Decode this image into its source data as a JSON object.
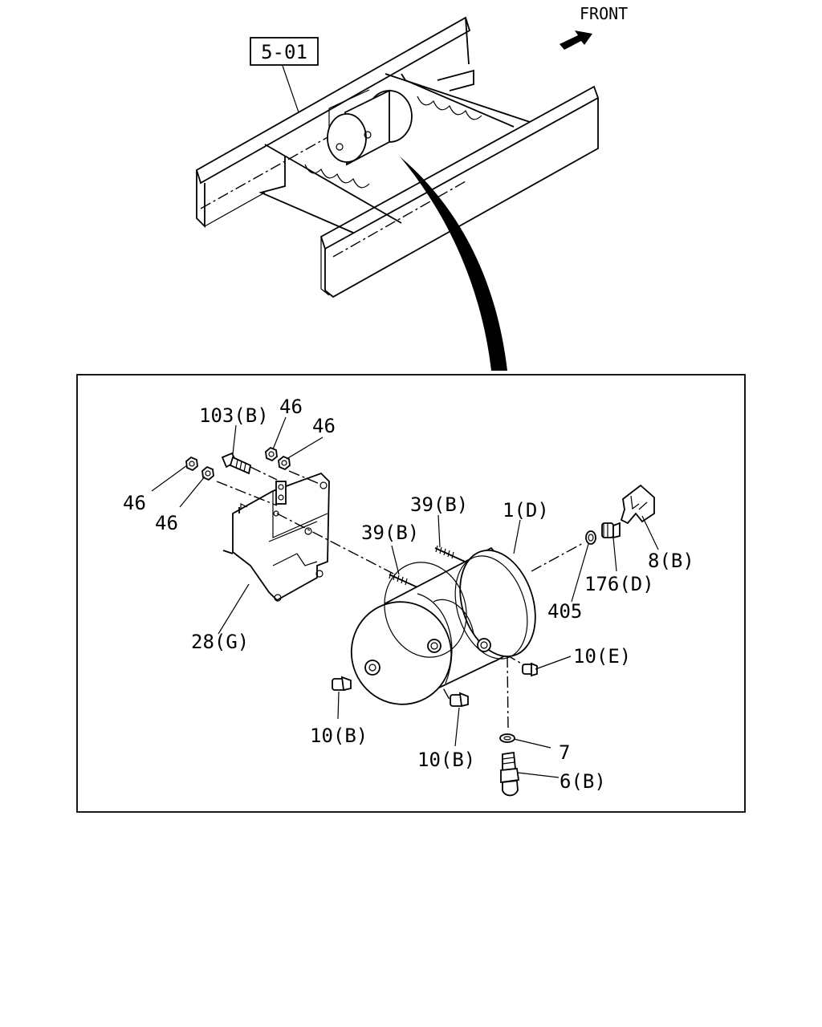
{
  "reference_box": {
    "label": "5-01"
  },
  "orientation": {
    "label": "FRONT"
  },
  "callouts": [
    {
      "id": "c-103b",
      "text": "103(B)"
    },
    {
      "id": "c-46a",
      "text": "46"
    },
    {
      "id": "c-46b",
      "text": "46"
    },
    {
      "id": "c-46c",
      "text": "46"
    },
    {
      "id": "c-46d",
      "text": "46"
    },
    {
      "id": "c-39b-top",
      "text": "39(B)"
    },
    {
      "id": "c-1d",
      "text": "1(D)"
    },
    {
      "id": "c-39b-low",
      "text": "39(B)"
    },
    {
      "id": "c-176d",
      "text": "176(D)"
    },
    {
      "id": "c-8b",
      "text": "8(B)"
    },
    {
      "id": "c-405",
      "text": "405"
    },
    {
      "id": "c-28g",
      "text": "28(G)"
    },
    {
      "id": "c-10e",
      "text": "10(E)"
    },
    {
      "id": "c-10b-left",
      "text": "10(B)"
    },
    {
      "id": "c-10b-right",
      "text": "10(B)"
    },
    {
      "id": "c-7",
      "text": "7"
    },
    {
      "id": "c-6b",
      "text": "6(B)"
    }
  ]
}
